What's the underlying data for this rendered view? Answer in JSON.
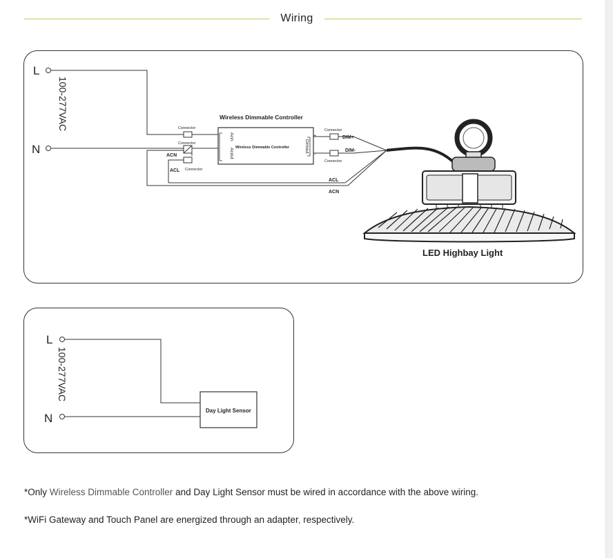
{
  "header": {
    "title": "Wiring"
  },
  "panel1": {
    "terminal_l": "L",
    "terminal_n": "N",
    "voltage": "100-277VAC",
    "controller_title": "Wireless Dimmable Controller",
    "controller_inner": "Wireless Dimmable Controller",
    "acin_label": "Acin",
    "acout_label": "Acout",
    "dimout_label": "Dimout",
    "plus": "+",
    "minus": "-",
    "connector_label": "Connector",
    "acn": "ACN",
    "acl": "ACL",
    "dim_plus": "DIM+",
    "dim_minus": "DIM-",
    "light_label": "LED Highbay Light"
  },
  "panel2": {
    "terminal_l": "L",
    "terminal_n": "N",
    "voltage": "100-277VAC",
    "sensor_label": "Day Light Sensor"
  },
  "notes": {
    "n1_a": "*Only ",
    "n1_b": "Wireless Dimmable Controller",
    "n1_c": " and Day Light Sensor must be wired in accordance with the above wiring.",
    "n2_a": "*WiFi Gateway and Touch Panel are energized through an adapter",
    "n2_b": ",",
    "n2_c": " respectively."
  },
  "colors": {
    "header_rule": "#c8c85a",
    "line": "#333333"
  }
}
